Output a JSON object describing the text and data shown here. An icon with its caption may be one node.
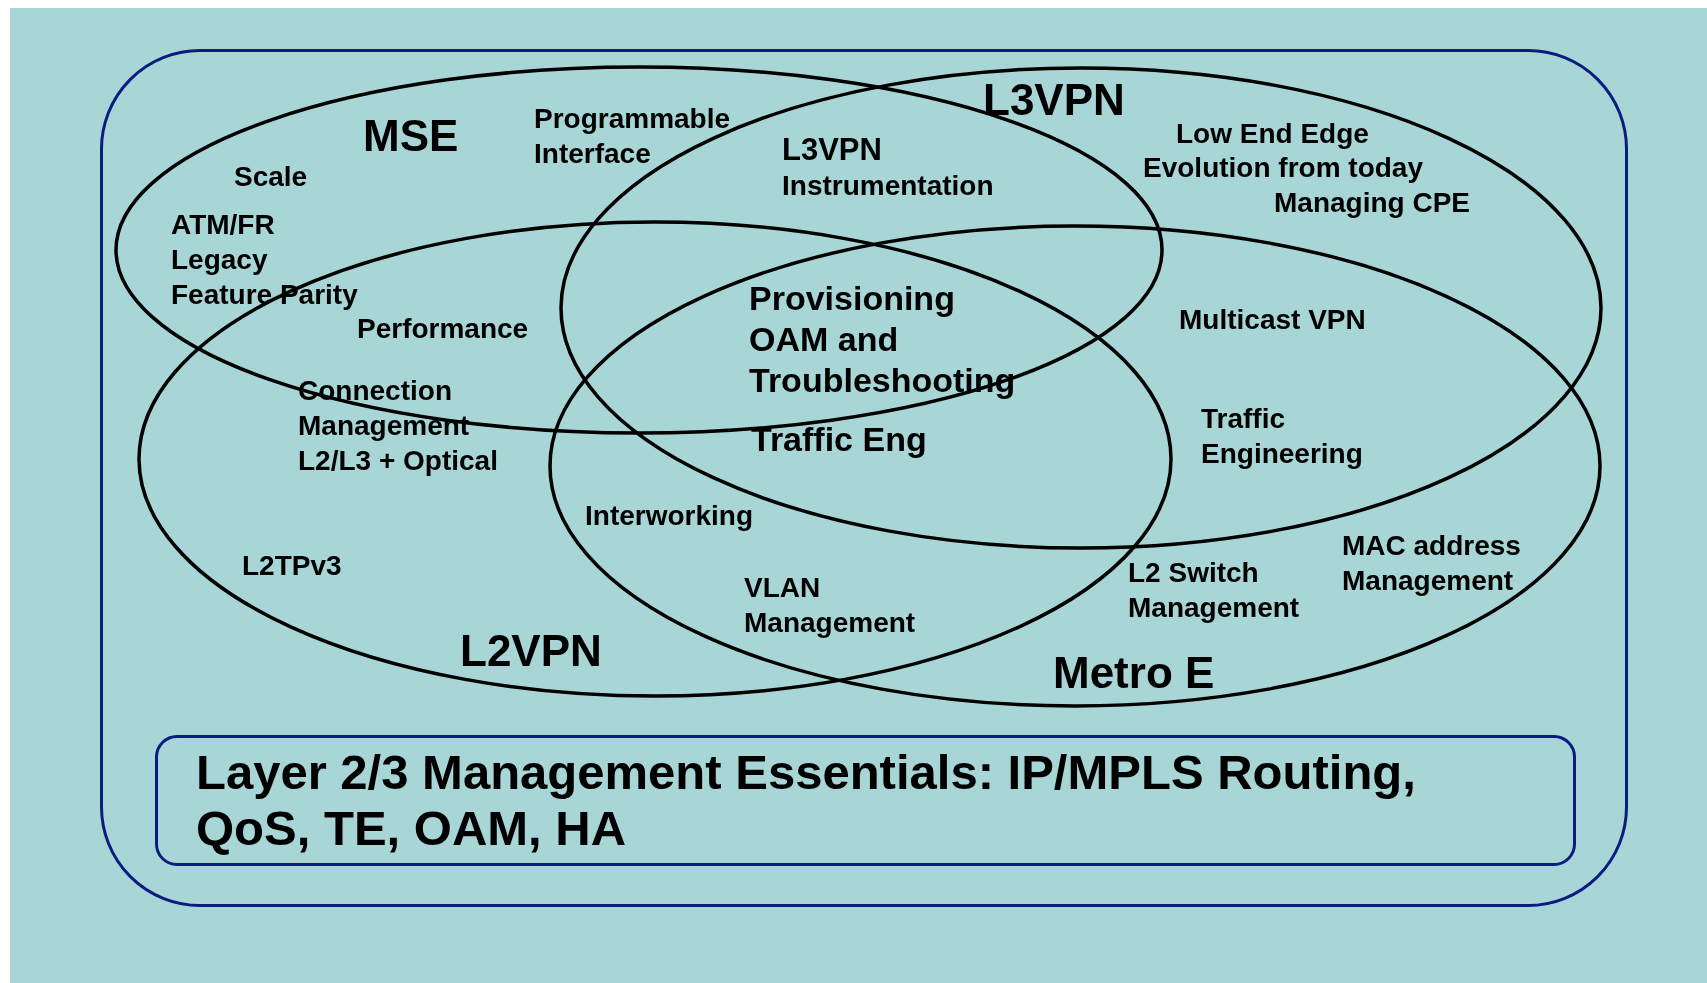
{
  "diagram": {
    "nodes": [
      {
        "text": [],
        "shape": "box"
      },
      {
        "text": [
          "MSE"
        ],
        "in": 0
      },
      {
        "text": [
          "L3VPN"
        ],
        "in": 0
      },
      {
        "text": [
          "L2VPN"
        ],
        "in": 0
      },
      {
        "text": [
          "Metro E"
        ],
        "in": 0
      },
      {
        "text": [
          "Layer 2/3 Management Essentials: IP/MPLS Routing, QoS, TE, OAM, HA"
        ],
        "in": 0
      }
    ],
    "edges": [],
    "labels": [
      "Programmable Interface",
      "L3VPN Instrumentation",
      "Low End Edge",
      "Evolution from today",
      "Managing CPE",
      "Scale",
      "ATM/FR Legacy Feature Parity",
      "Provisioning OAM and Troubleshooting",
      "Multicast VPN",
      "Performance",
      "Connection Management L2/L3 + Optical",
      "Traffic Eng",
      "Traffic Engineering",
      "Interworking",
      "L2TPv3",
      "MAC address Management",
      "L2 Switch Management",
      "VLAN Management"
    ]
  }
}
